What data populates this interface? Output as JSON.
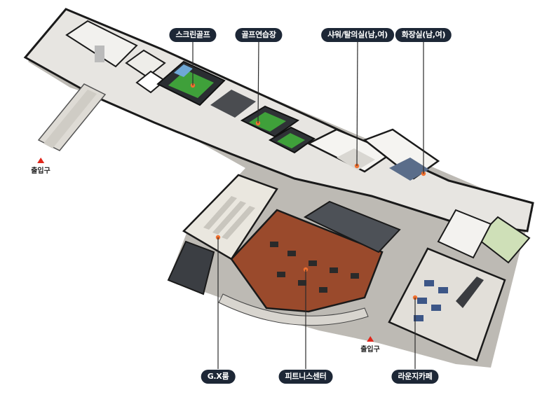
{
  "labels": {
    "screen_golf": "스크린골프",
    "golf_practice": "골프연습장",
    "shower_room": "샤워/탈의실(남,여)",
    "restroom": "화장실(남,여)",
    "gx_room": "G.X룸",
    "fitness_center": "피트니스센터",
    "lounge_cafe": "라운지카페",
    "entrance_west": "출입구",
    "entrance_south": "출입구"
  },
  "colors": {
    "label_bg": "#1d2736",
    "marker": "#f07030",
    "entrance_arrow": "#e0261b",
    "fitness_floor": "#9a4a2c",
    "wall": "#1a1a1a",
    "floor": "#e7e5e1",
    "gym_floor": "#4d5157",
    "golf_turf": "#3fa03a"
  }
}
